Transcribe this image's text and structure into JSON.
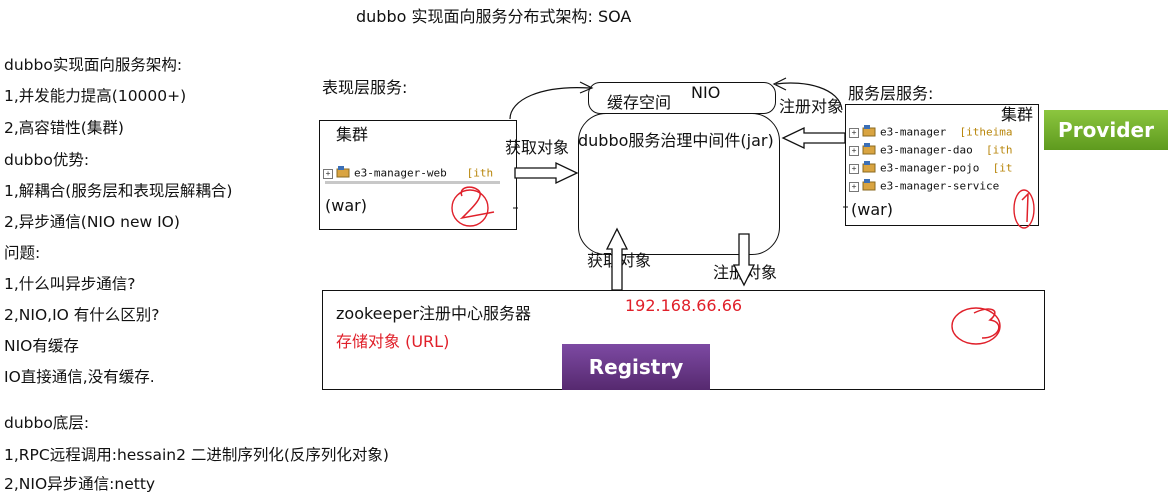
{
  "title": "dubbo 实现面向服务分布式架构: SOA",
  "left_notes": [
    "dubbo实现面向服务架构:",
    "1,并发能力提高(10000+)",
    "2,高容错性(集群)",
    "dubbo优势:",
    "1,解耦合(服务层和表现层解耦合)",
    "2,异步通信(NIO new IO)",
    "问题:",
    "1,什么叫异步通信?",
    "2,NIO,IO 有什么区别?",
    "NIO有缓存",
    "IO直接通信,没有缓存."
  ],
  "bottom_notes": [
    "dubbo底层:",
    "1,RPC远程调用:hessain2   二进制序列化(反序列化对象)",
    "2,NIO异步通信:netty"
  ],
  "presentation": {
    "label": "表现层服务:",
    "cluster": "集群",
    "project": "e3-manager-web",
    "project_suffix": "[ith",
    "war": "(war)",
    "number": "2"
  },
  "service": {
    "label": "服务层服务:",
    "cluster": "集群",
    "projects": [
      {
        "name": "e3-manager",
        "suffix": "[itheima"
      },
      {
        "name": "e3-manager-dao",
        "suffix": "[ith"
      },
      {
        "name": "e3-manager-pojo",
        "suffix": "[it"
      },
      {
        "name": "e3-manager-service",
        "suffix": ""
      }
    ],
    "war": "(war)",
    "number": "1"
  },
  "middleware": {
    "label": "dubbo服务治理中间件(jar)",
    "cache": "缓存空间",
    "nio": "NIO"
  },
  "arrows": {
    "get_left": "获取对象",
    "register_right": "注册对象",
    "get_bottom": "获取对象",
    "register_bottom": "注册对象"
  },
  "zookeeper": {
    "label": "zookeeper注册中心服务器",
    "storage": "存储对象 (URL)",
    "ip": "192.168.66.66",
    "number": "3"
  },
  "badges": {
    "provider": "Provider",
    "registry": "Registry"
  },
  "colors": {
    "provider_green": "#7ab02a",
    "registry_purple": "#6b3a8e",
    "annotation_red": "#e0202a"
  }
}
